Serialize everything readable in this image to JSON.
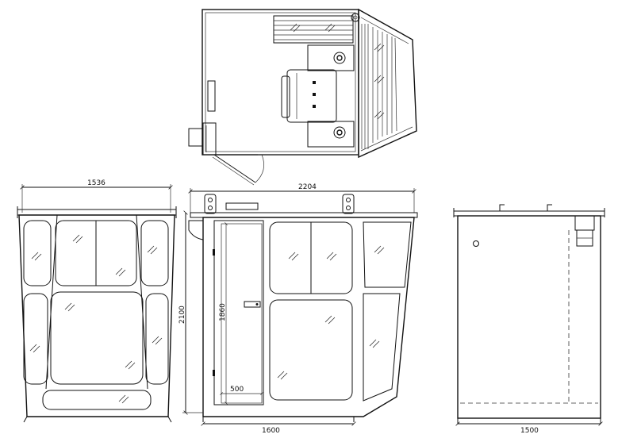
{
  "dimensions": {
    "front_width": "1536",
    "side_total_length": "2204",
    "height": "2100",
    "door_height": "1860",
    "door_width": "500",
    "base_length": "1600",
    "rear_width": "1500"
  }
}
